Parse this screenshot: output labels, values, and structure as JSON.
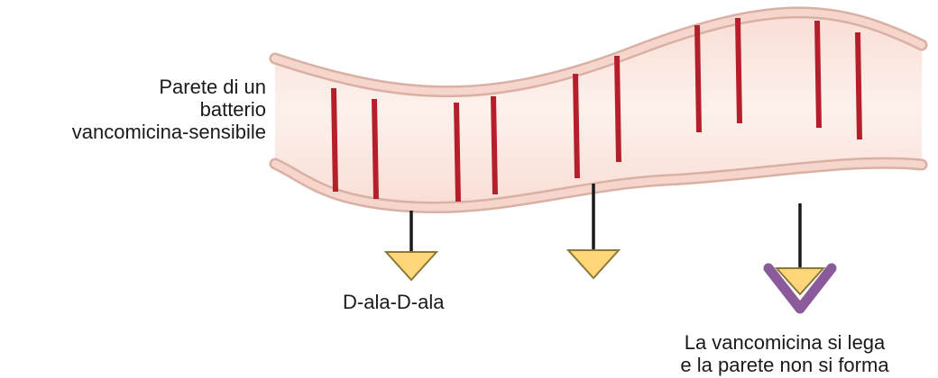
{
  "labels": {
    "wall_line1": "Parete di un",
    "wall_line2": "batterio",
    "wall_line3": "vancomicina-sensibile",
    "dala": "D-ala-D-ala",
    "vanco_line1": "La vancomicina si lega",
    "vanco_line2": "e la parete non si forma"
  },
  "colors": {
    "wall_fill": "#fbe6e0",
    "wall_edge": "#d9b0a4",
    "wall_edge_inner": "#f6d6cc",
    "crosslink": "#b51f2b",
    "stem": "#1a1a1a",
    "triangle_fill": "#ffd77a",
    "triangle_stroke": "#8a7a3a",
    "vancomycin": "#8a5a9a"
  },
  "icons": {
    "precursor": "triangle-down",
    "vancomycin": "v-clamp"
  }
}
